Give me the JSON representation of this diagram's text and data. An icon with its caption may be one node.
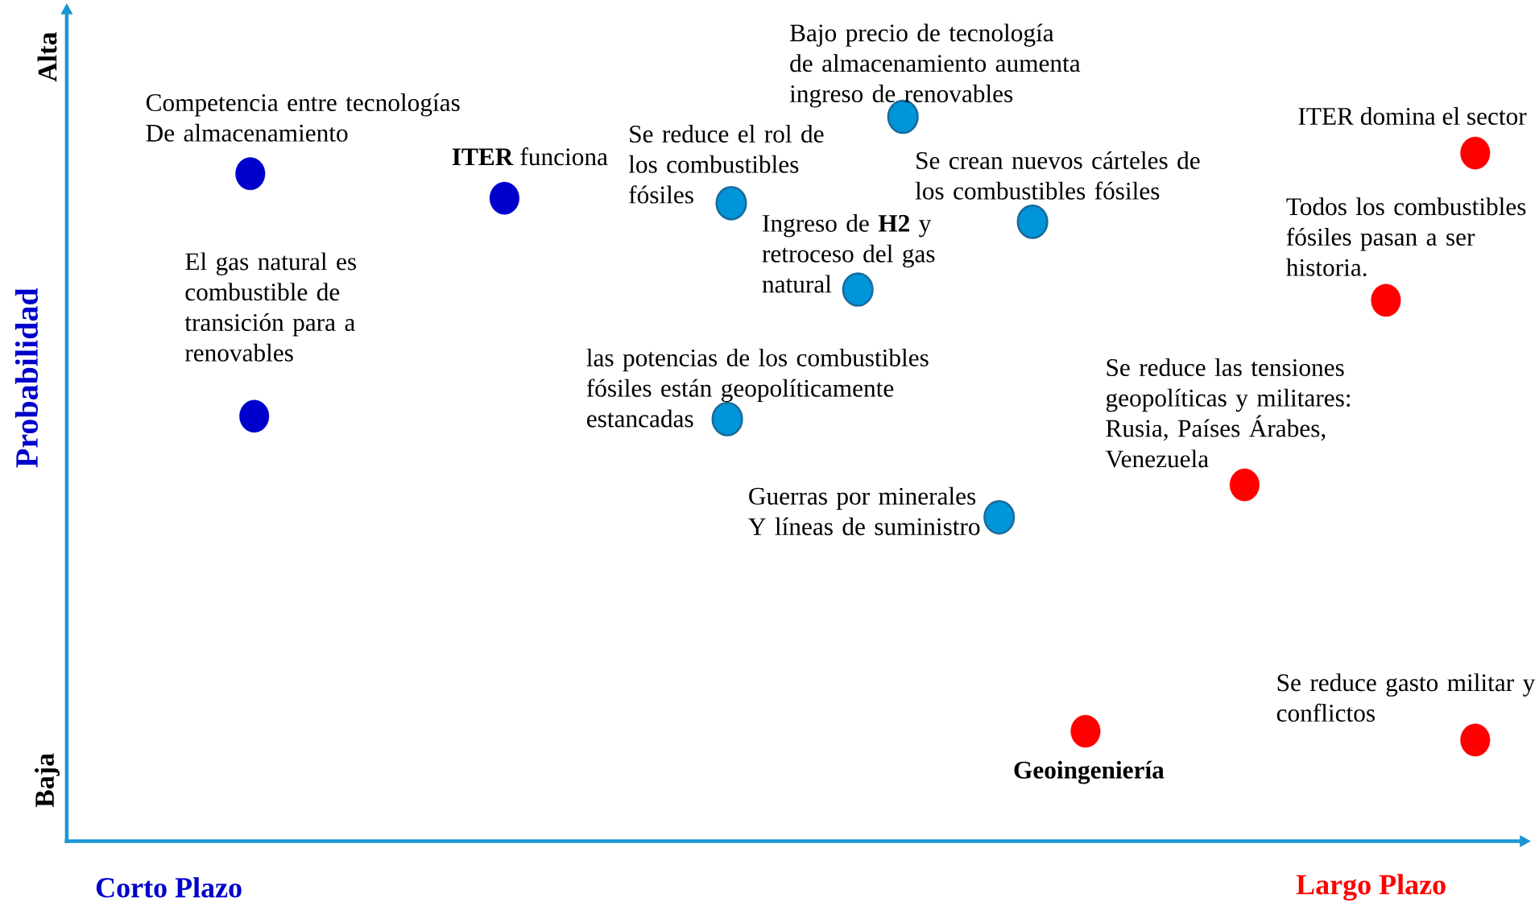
{
  "diagram": {
    "nodes": [
      {
        "text": [],
        "shape": "circle",
        "beside": [
          "Bajo precio de tecnología de almacenamiento aumenta ingreso de renovables"
        ]
      },
      {
        "text": [],
        "shape": "circle",
        "beside": [
          "Competencia entre tecnologías De almacenamiento"
        ]
      },
      {
        "text": [],
        "shape": "circle",
        "beside": [
          "ITER domina el sector"
        ]
      },
      {
        "text": [],
        "shape": "circle",
        "beside": [
          "**ITER** funciona"
        ]
      },
      {
        "text": [],
        "shape": "circle",
        "beside": [
          "Se reduce el rol de los combustibles fósiles"
        ]
      },
      {
        "text": [],
        "shape": "circle",
        "beside": [
          "Se crean nuevos cárteles de los combustibles fósiles"
        ]
      },
      {
        "text": [],
        "shape": "circle",
        "beside": [
          "Todos los combustibles fósiles pasan a ser historia."
        ]
      },
      {
        "text": [],
        "shape": "circle",
        "beside": [
          "Ingreso de **H2** y retroceso del gas natural"
        ]
      },
      {
        "text": [],
        "shape": "circle",
        "beside": [
          "El gas natural es combustible de transición para a renovables"
        ]
      },
      {
        "text": [],
        "shape": "circle",
        "beside": [
          "las potencias de los combustibles fósiles están geopolíticamente estancadas"
        ]
      },
      {
        "text": [],
        "shape": "circle",
        "beside": [
          "Se reduce las tensiones geopolíticas y militares: Rusia, Países Árabes, Venezuela"
        ]
      },
      {
        "text": [],
        "shape": "circle",
        "beside": [
          "Guerras por minerales Y líneas de suministro"
        ]
      },
      {
        "text": [],
        "shape": "circle",
        "beside": [
          "Se reduce gasto militar y conflictos"
        ]
      },
      {
        "text": [],
        "shape": "circle",
        "beside": [
          "Geoingeniería"
        ]
      }
    ],
    "labels": [
      "Alta",
      "Probabilidad",
      "Baja",
      "Corto Plazo",
      "Largo Plazo"
    ]
  }
}
